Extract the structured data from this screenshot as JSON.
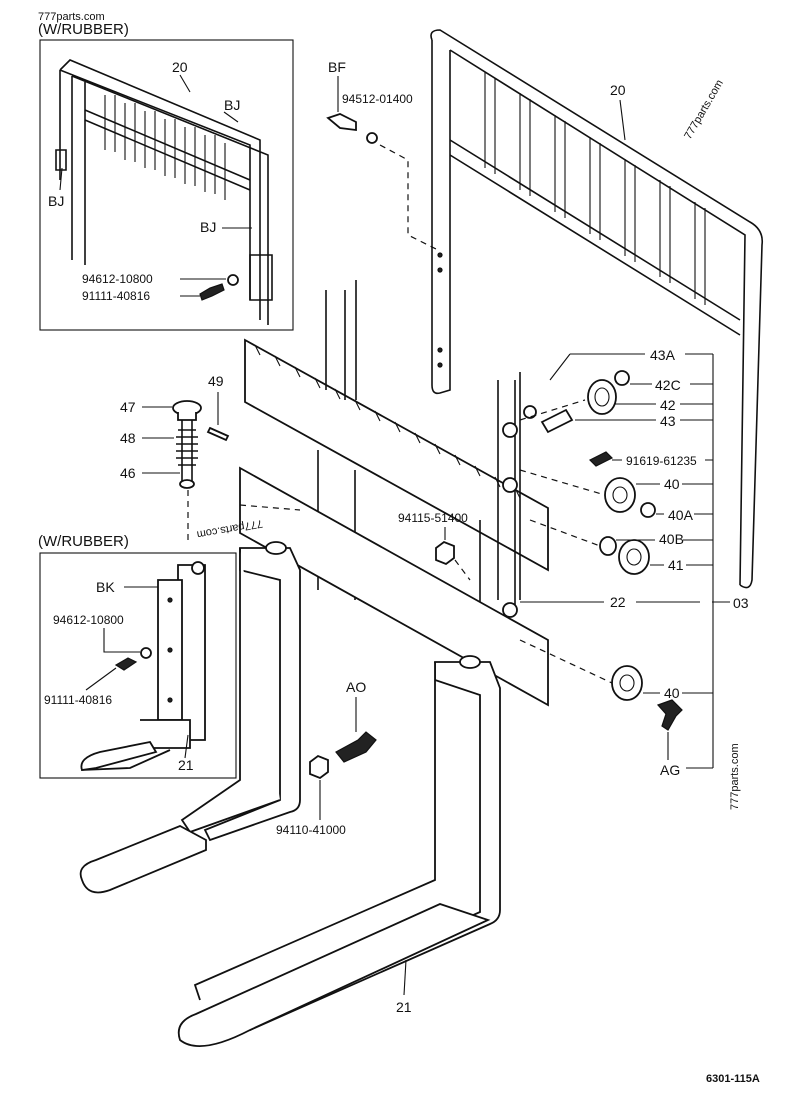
{
  "header": {
    "rubber_title_top": "(W/RUBBER)",
    "rubber_title_bottom": "(W/RUBBER)"
  },
  "watermark": {
    "text": "777parts.com"
  },
  "figure_id": "6301-115A",
  "parts": {
    "p20": "20",
    "bj": "BJ",
    "n94612": "94612-10800",
    "n91111": "91111-40816",
    "bf": "BF",
    "n94512": "94512-01400",
    "p49": "49",
    "p47": "47",
    "p48": "48",
    "p46": "46",
    "p43a": "43A",
    "p42c": "42C",
    "p42": "42",
    "p43": "43",
    "n91619": "91619-61235",
    "p40": "40",
    "p40a": "40A",
    "p40b": "40B",
    "p41": "41",
    "p22": "22",
    "p03": "03",
    "n94115": "94115-51400",
    "bk": "BK",
    "p21": "21",
    "ao": "AO",
    "ag": "AG",
    "n94110": "94110-41000"
  }
}
